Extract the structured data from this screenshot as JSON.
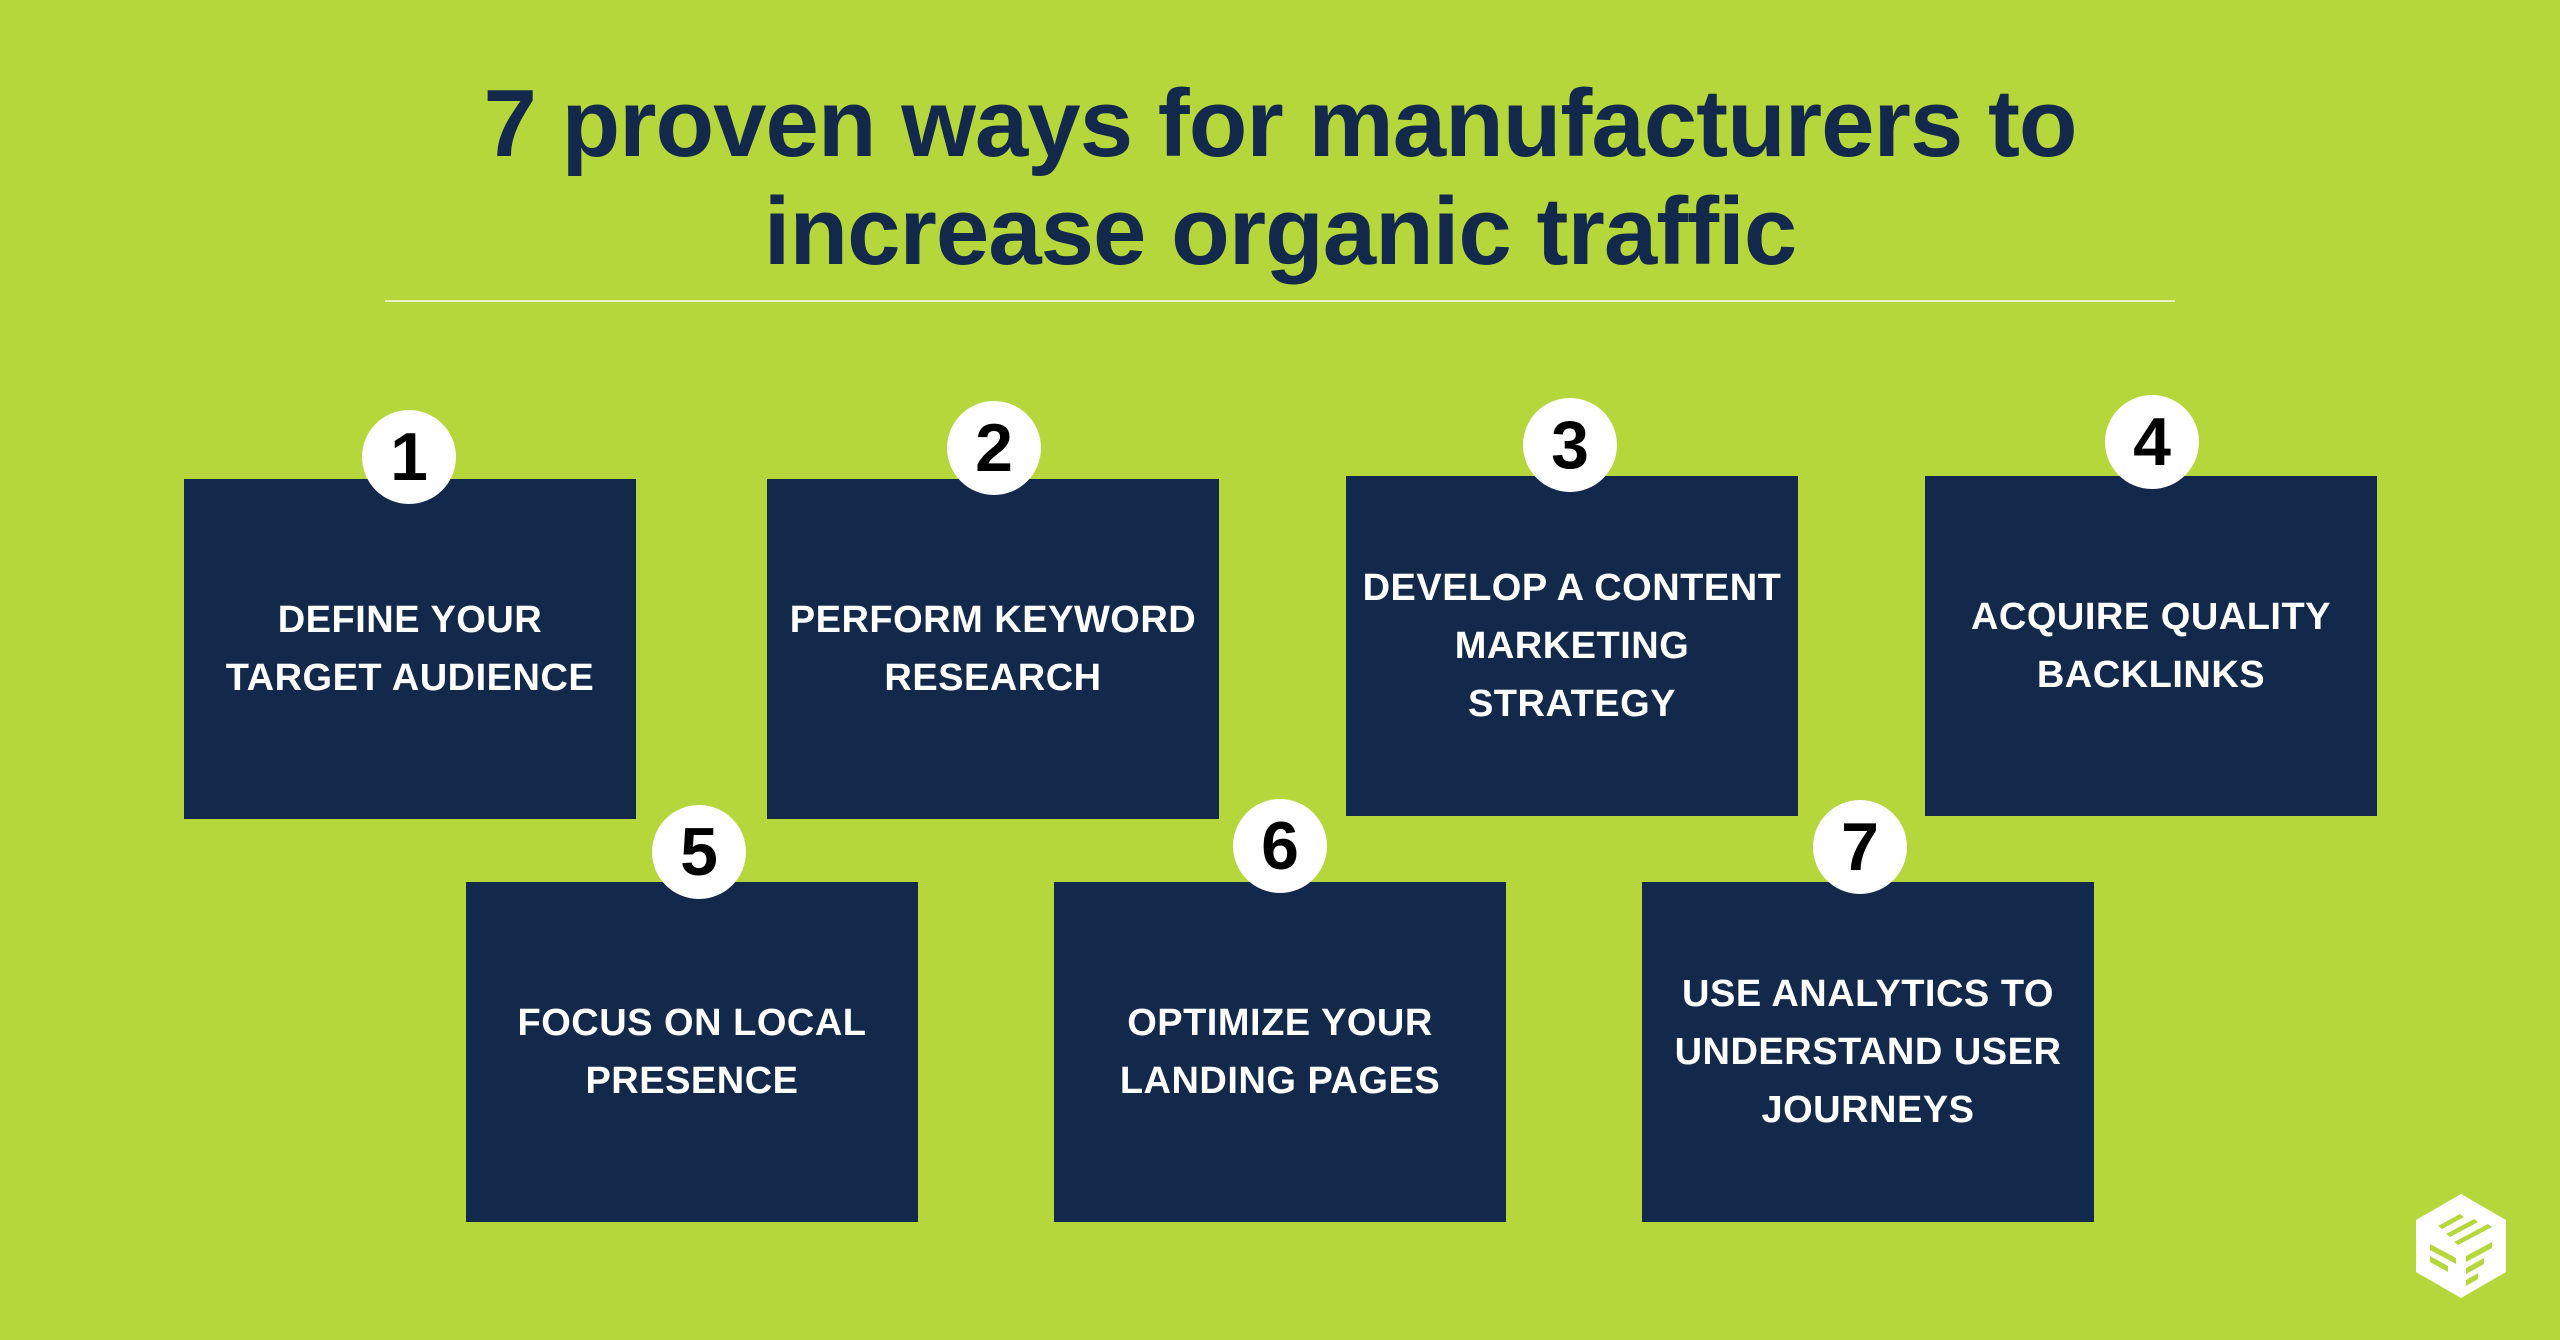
{
  "title": {
    "line1": "7 proven ways for manufacturers to",
    "line2": "increase organic traffic"
  },
  "steps": [
    {
      "number": "1",
      "line1": "DEFINE YOUR",
      "line2": "TARGET AUDIENCE",
      "line3": ""
    },
    {
      "number": "2",
      "line1": "PERFORM KEYWORD",
      "line2": "RESEARCH",
      "line3": ""
    },
    {
      "number": "3",
      "line1": "DEVELOP A CONTENT",
      "line2": "MARKETING STRATEGY",
      "line3": ""
    },
    {
      "number": "4",
      "line1": "ACQUIRE QUALITY",
      "line2": "BACKLINKS",
      "line3": ""
    },
    {
      "number": "5",
      "line1": "FOCUS ON LOCAL",
      "line2": "PRESENCE",
      "line3": ""
    },
    {
      "number": "6",
      "line1": "OPTIMIZE YOUR",
      "line2": "LANDING PAGES",
      "line3": ""
    },
    {
      "number": "7",
      "line1": "USE ANALYTICS TO",
      "line2": "UNDERSTAND USER",
      "line3": "JOURNEYS"
    }
  ],
  "colors": {
    "background": "#b5d73b",
    "card": "#13294b",
    "title": "#13294b",
    "badge": "#ffffff"
  },
  "logo": {
    "icon": "brand-cube-logo"
  }
}
